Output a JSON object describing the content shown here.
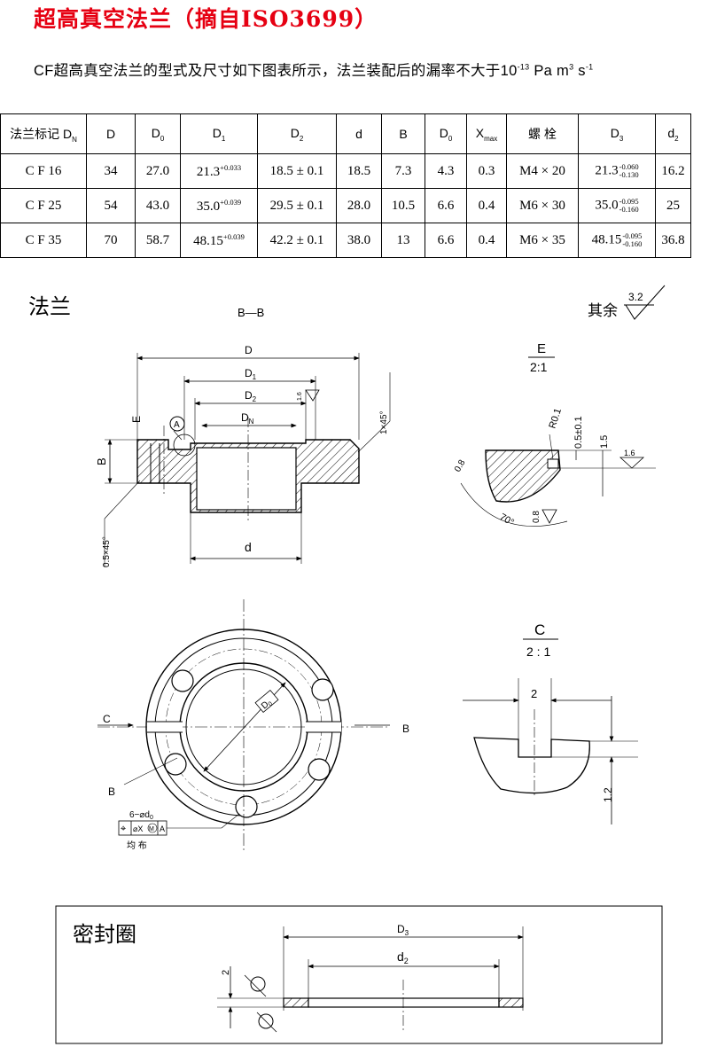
{
  "title": "超高真空法兰（摘自ISO3699）",
  "intro": {
    "text": "CF超高真空法兰的型式及尺寸如下图表所示，法兰装配后的漏率不大于10",
    "exp1": "-13",
    "unit_pa": " Pa m",
    "exp2": "3",
    "unit_s": " s",
    "exp3": "-1"
  },
  "table": {
    "headers": [
      "法兰标记 D",
      "D",
      "D",
      "D",
      "D",
      "d",
      "B",
      "D",
      "X",
      "螺  栓",
      "D",
      "d"
    ],
    "header_subs": [
      "N",
      "",
      "0",
      "1",
      "2",
      "",
      "",
      "0",
      "max",
      "",
      "3",
      "2"
    ],
    "rows": [
      {
        "mark": "C F 16",
        "D": "34",
        "D0": "27.0",
        "D1": "21.3",
        "D1_tol": "+0.033",
        "D2": "18.5 ± 0.1",
        "d": "18.5",
        "B": "7.3",
        "Do": "4.3",
        "X": "0.3",
        "bolt": "M4 × 20",
        "D3": "21.3",
        "D3_up": "-0.060",
        "D3_lo": "-0.130",
        "d2": "16.2"
      },
      {
        "mark": "C F 25",
        "D": "54",
        "D0": "43.0",
        "D1": "35.0",
        "D1_tol": "+0.039",
        "D2": "29.5 ± 0.1",
        "d": "28.0",
        "B": "10.5",
        "Do": "6.6",
        "X": "0.4",
        "bolt": "M6 × 30",
        "D3": "35.0",
        "D3_up": "-0.095",
        "D3_lo": "-0.160",
        "d2": "25"
      },
      {
        "mark": "C F 35",
        "D": "70",
        "D0": "58.7",
        "D1": "48.15",
        "D1_tol": "+0.039",
        "D2": "42.2 ± 0.1",
        "d": "38.0",
        "B": "13",
        "Do": "6.6",
        "X": "0.4",
        "bolt": "M6 × 35",
        "D3": "48.15",
        "D3_up": "-0.095",
        "D3_lo": "-0.160",
        "d2": "36.8"
      }
    ]
  },
  "sections": {
    "flange": "法兰",
    "seal": "密封圈"
  },
  "drawing": {
    "section_bb": "B—B",
    "rest_label": "其余",
    "rest_value": "3.2",
    "dim_D": "D",
    "dim_D1": "D",
    "sub_1": "1",
    "dim_D2": "D",
    "sub_2": "2",
    "dim_DN": "D",
    "sub_N": "N",
    "dim_d": "d",
    "dim_B": "B",
    "chamfer_1x45": "1×45°",
    "chamfer_05x45": "0.5×45°",
    "label_E": "E",
    "label_A": "A",
    "rough_16": "1.6",
    "detail_E": "E",
    "scale_21": "2:1",
    "r01": "R0.1",
    "dim_05": "0.5±0.1",
    "dim_15": "1.5",
    "rough_16b": "1.6",
    "dim_08a": "0.8",
    "dim_08b": "0.8",
    "angle_70": "70°",
    "label_C": "C",
    "label_B": "B",
    "label_B2": "B",
    "label_D0": "D",
    "sub_0": "0",
    "holes": "6−⌀d",
    "sub_holes": "0",
    "gdt_pos": "⌀X",
    "gdt_M": "M",
    "gdt_A": "A",
    "evenly": "均    布",
    "detail_C": "C",
    "scale_C": "2 : 1",
    "dim_2": "2",
    "dim_12": "1.2",
    "seal_D3": "D",
    "sub_3": "3",
    "seal_d2": "d",
    "sub_d2": "2",
    "seal_2": "2"
  },
  "colors": {
    "title": "#e60012",
    "ink": "#000000"
  }
}
